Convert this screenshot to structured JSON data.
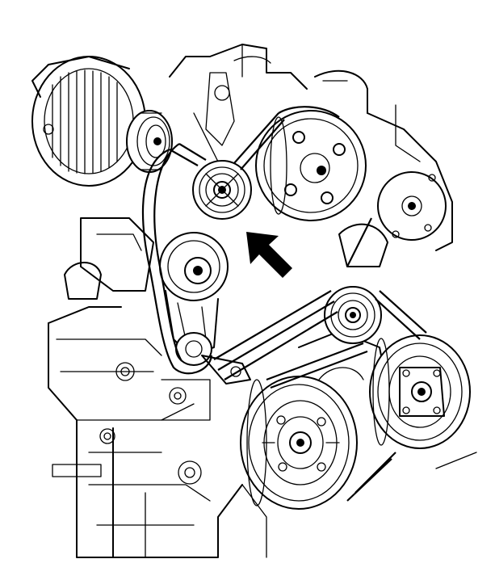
{
  "diagram": {
    "colors": {
      "line": "#000000",
      "background": "#ffffff"
    },
    "components": [
      "alternator",
      "upper-idler-pulley",
      "belt-tensioner",
      "power-steering-pump-pulley",
      "lower-idler-pulley",
      "water-pump-pulley",
      "crankshaft-pulley",
      "drive-belt"
    ],
    "arrow": {
      "icon": "pointer-arrow-icon",
      "direction": "up-left"
    }
  }
}
